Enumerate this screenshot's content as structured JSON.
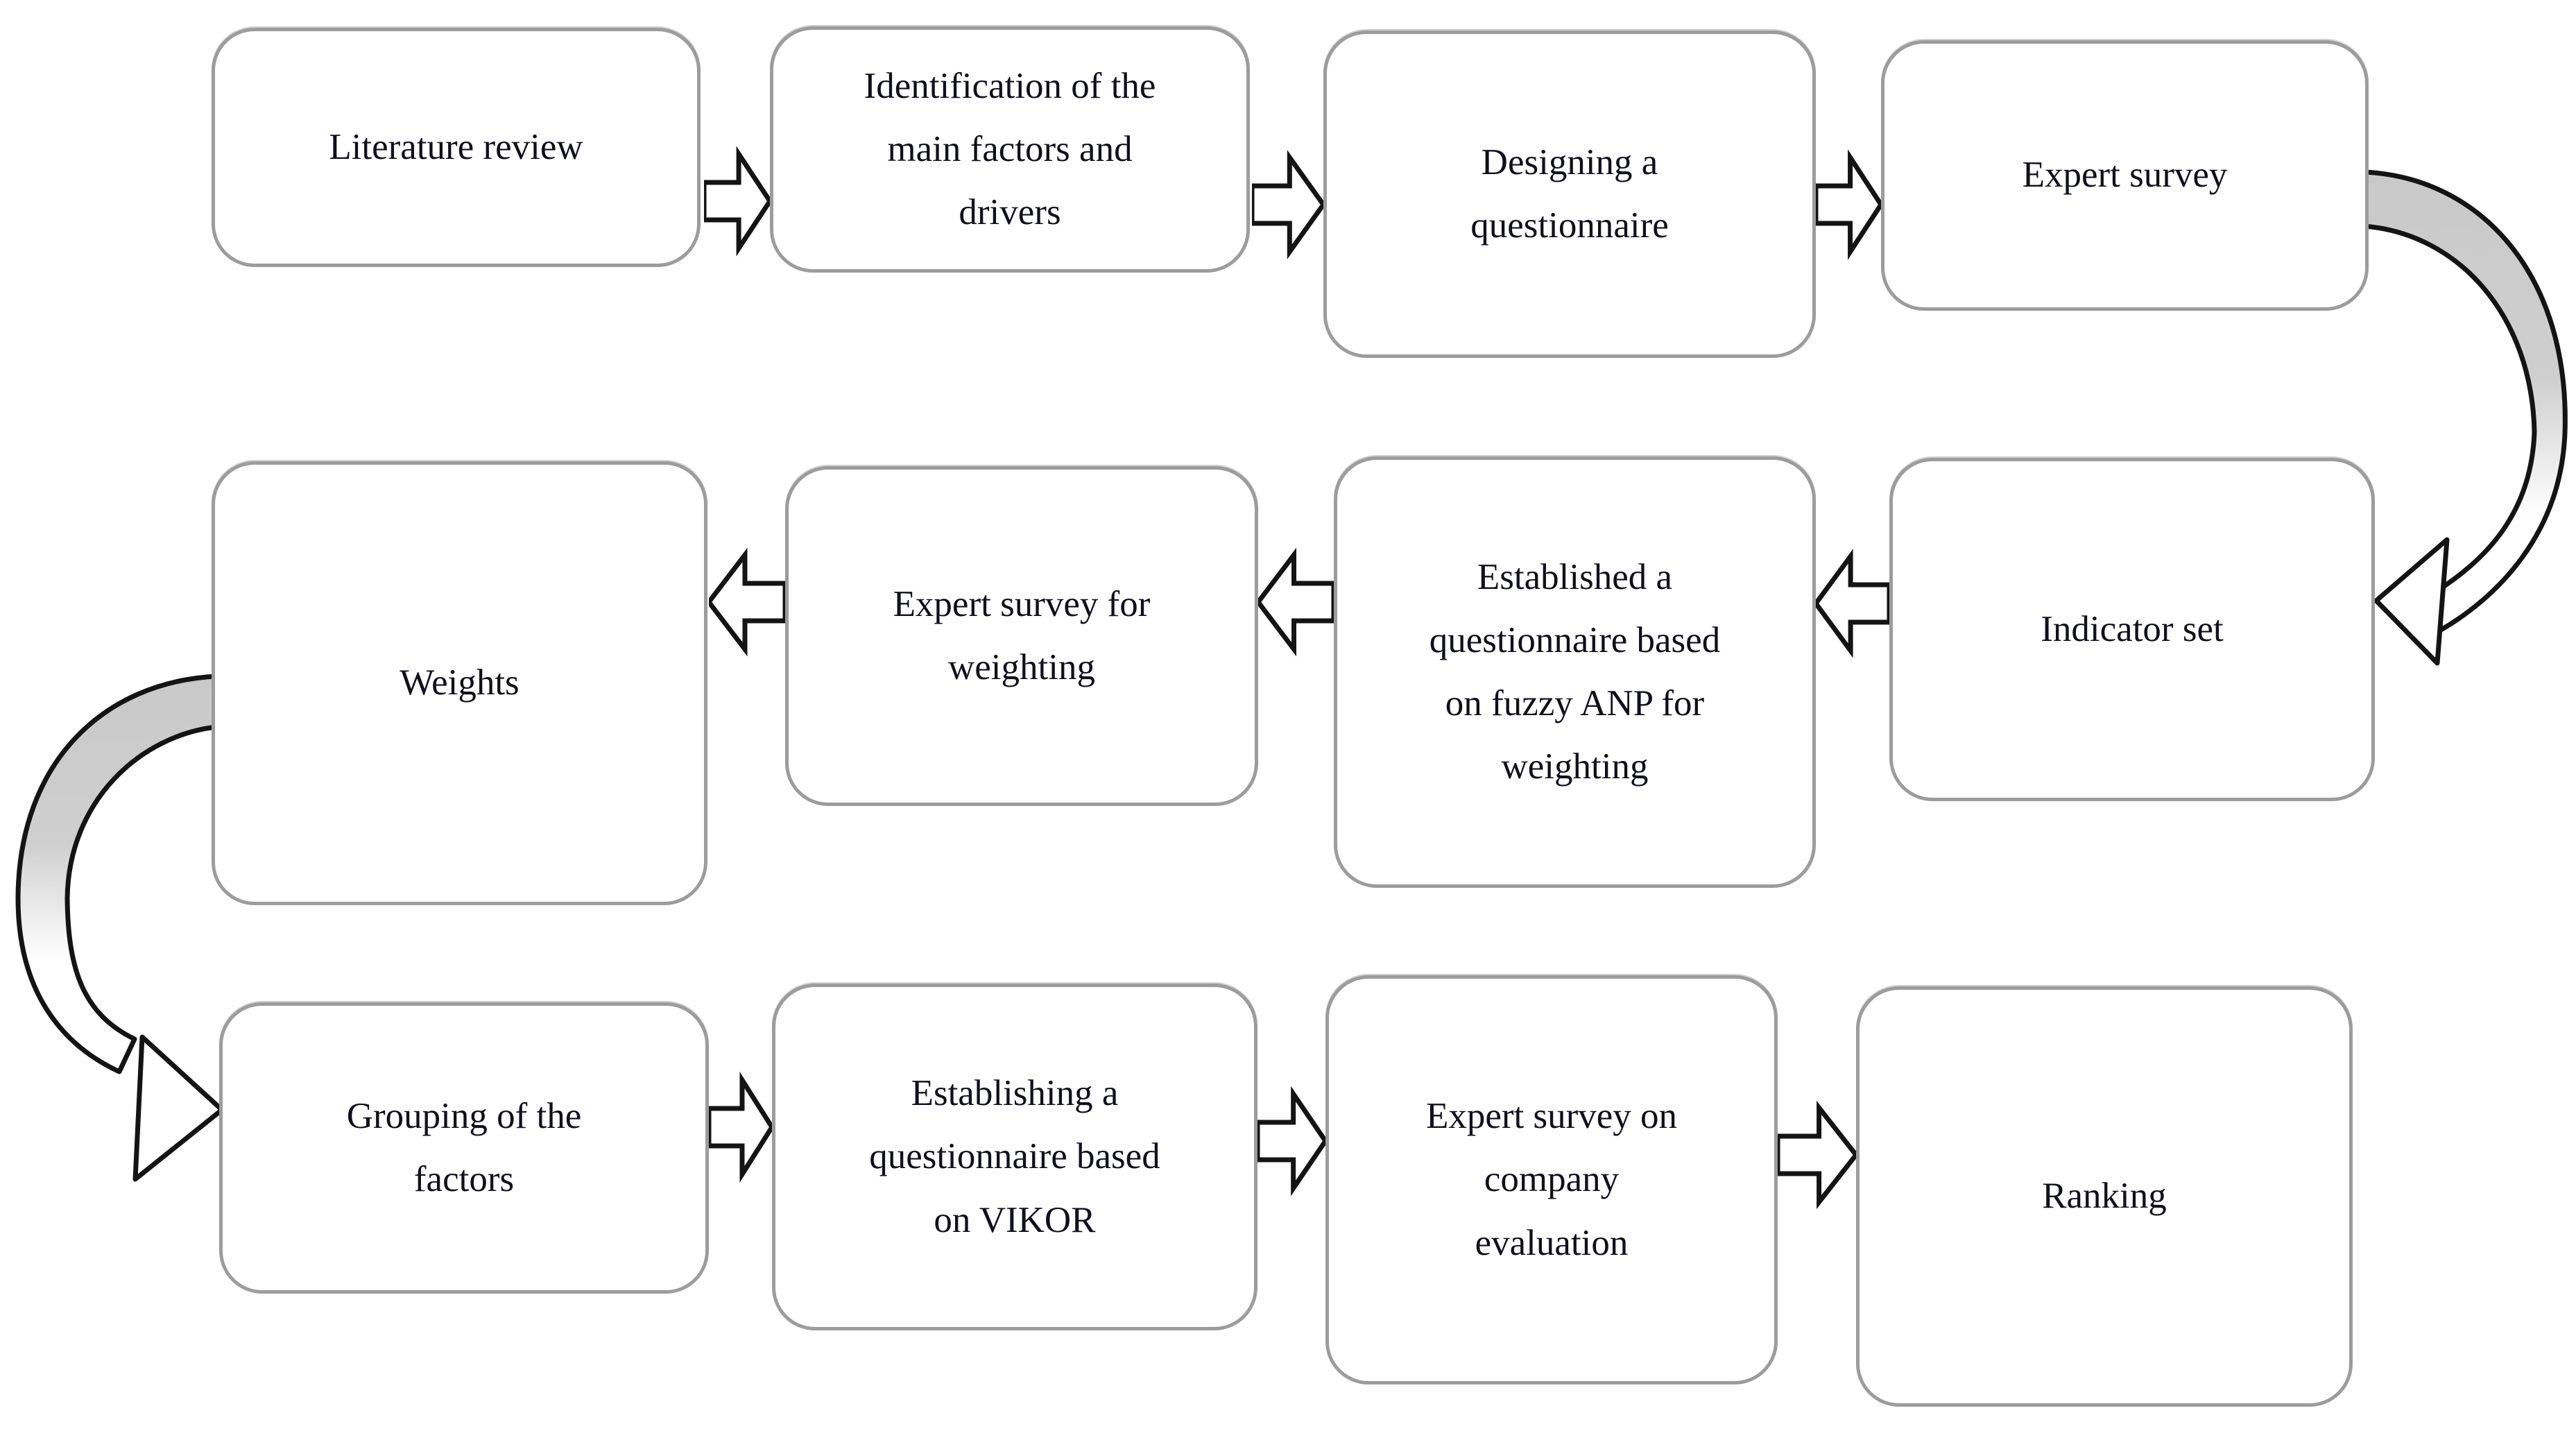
{
  "figure": {
    "type": "flowchart",
    "background_color": "#ffffff",
    "node_fill": "#ffffff",
    "node_border_color": "#9c9c9c",
    "text_color": "#10101c",
    "arrow_fill": "#ffffff",
    "arrow_outline": "#141414",
    "curved_arrow_gray": "#c9c9c9"
  },
  "nodes": [
    {
      "id": "literature-review",
      "label": "Literature review"
    },
    {
      "id": "identification",
      "label": "Identification of the\nmain factors and\ndrivers"
    },
    {
      "id": "designing-questionnaire",
      "label": "Designing a\nquestionnaire"
    },
    {
      "id": "expert-survey",
      "label": "Expert survey"
    },
    {
      "id": "indicator-set",
      "label": "Indicator set"
    },
    {
      "id": "fuzzy-anp-questionnaire",
      "label": "Established a\nquestionnaire based\non fuzzy ANP for\nweighting"
    },
    {
      "id": "expert-survey-weighting",
      "label": "Expert survey for\nweighting"
    },
    {
      "id": "weights",
      "label": "Weights"
    },
    {
      "id": "grouping-factors",
      "label": "Grouping of the\nfactors"
    },
    {
      "id": "vikor-questionnaire",
      "label": "Establishing a\nquestionnaire based\non VIKOR"
    },
    {
      "id": "expert-survey-company",
      "label": "Expert survey on\ncompany\nevaluation"
    },
    {
      "id": "ranking",
      "label": "Ranking"
    }
  ],
  "edges": [
    {
      "from": "literature-review",
      "to": "identification",
      "style": "block-arrow-right"
    },
    {
      "from": "identification",
      "to": "designing-questionnaire",
      "style": "block-arrow-right"
    },
    {
      "from": "designing-questionnaire",
      "to": "expert-survey",
      "style": "block-arrow-right"
    },
    {
      "from": "expert-survey",
      "to": "indicator-set",
      "style": "curved-arrow-down"
    },
    {
      "from": "indicator-set",
      "to": "fuzzy-anp-questionnaire",
      "style": "block-arrow-left"
    },
    {
      "from": "fuzzy-anp-questionnaire",
      "to": "expert-survey-weighting",
      "style": "block-arrow-left"
    },
    {
      "from": "expert-survey-weighting",
      "to": "weights",
      "style": "block-arrow-left"
    },
    {
      "from": "weights",
      "to": "grouping-factors",
      "style": "curved-arrow-down"
    },
    {
      "from": "grouping-factors",
      "to": "vikor-questionnaire",
      "style": "block-arrow-right"
    },
    {
      "from": "vikor-questionnaire",
      "to": "expert-survey-company",
      "style": "block-arrow-right"
    },
    {
      "from": "expert-survey-company",
      "to": "ranking",
      "style": "block-arrow-right"
    }
  ]
}
